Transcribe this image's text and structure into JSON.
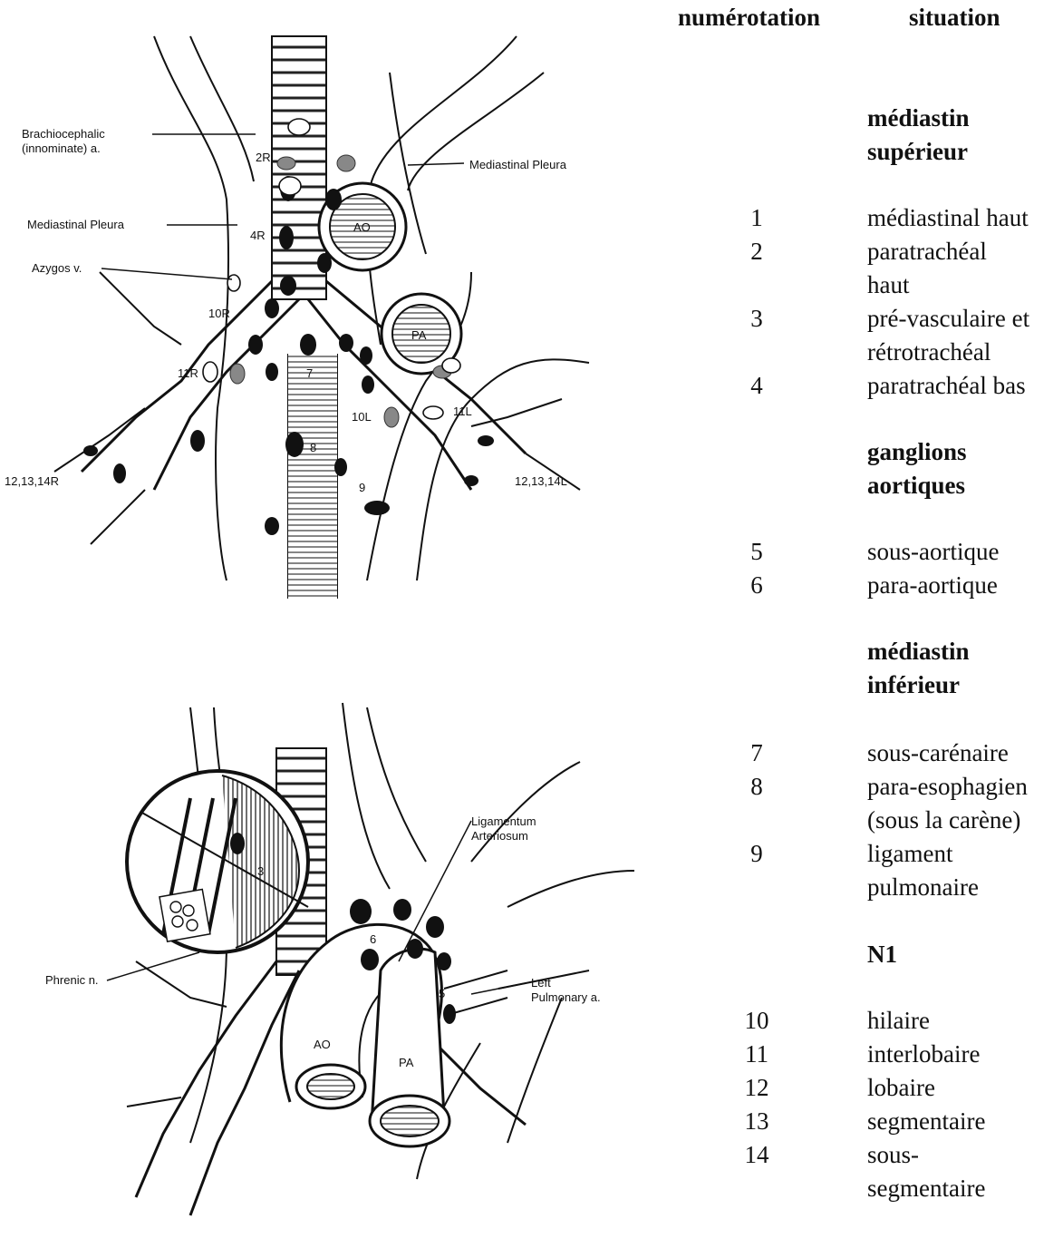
{
  "figure": {
    "top_labels": {
      "brachiocephalic": "Brachiocephalic",
      "innominate": "(innominate) a.",
      "mediastinal_pleura_right": "Mediastinal Pleura",
      "mediastinal_pleura_left": "Mediastinal Pleura",
      "azygos": "Azygos v.",
      "station_2r": "2R",
      "station_4r": "4R",
      "station_10r": "10R",
      "station_11r": "11R",
      "station_12r": "12,13,14R",
      "station_7": "7",
      "station_8": "8",
      "station_9": "9",
      "station_10l": "10L",
      "station_11l": "11L",
      "station_12l": "12,13,14L",
      "ao": "AO",
      "pa": "PA"
    },
    "bottom_labels": {
      "ligamentum_1": "Ligamentum",
      "ligamentum_2": "Arteriosum",
      "phrenic": "Phrenic n.",
      "left_pa_1": "Left",
      "left_pa_2": "Pulmonary a.",
      "station_3": "3",
      "station_6": "6",
      "station_5": "5",
      "ao": "AO",
      "pa": "PA"
    }
  },
  "table": {
    "header_number": "numérotation",
    "header_situation": "situation",
    "sections": [
      {
        "title_1": "médiastin",
        "title_2": "supérieur"
      },
      {
        "title_1": "ganglions",
        "title_2": "aortiques"
      },
      {
        "title_1": "médiastin",
        "title_2": "inférieur"
      },
      {
        "title_1": "N1"
      }
    ],
    "rows": [
      {
        "number": "1",
        "lines": [
          "médiastinal haut"
        ]
      },
      {
        "number": "2",
        "lines": [
          "paratrachéal",
          "haut"
        ]
      },
      {
        "number": "3",
        "lines": [
          "pré-vasculaire et",
          "rétrotrachéal"
        ]
      },
      {
        "number": "4",
        "lines": [
          "paratrachéal bas"
        ]
      },
      {
        "number": "5",
        "lines": [
          "sous-aortique"
        ]
      },
      {
        "number": "6",
        "lines": [
          "para-aortique"
        ]
      },
      {
        "number": "7",
        "lines": [
          "sous-carénaire"
        ]
      },
      {
        "number": "8",
        "lines": [
          "para-esophagien",
          "(sous la carène)"
        ]
      },
      {
        "number": "9",
        "lines": [
          "ligament",
          "pulmonaire"
        ]
      },
      {
        "number": "10",
        "lines": [
          "hilaire"
        ]
      },
      {
        "number": "11",
        "lines": [
          "interlobaire"
        ]
      },
      {
        "number": "12",
        "lines": [
          "lobaire"
        ]
      },
      {
        "number": "13",
        "lines": [
          "segmentaire"
        ]
      },
      {
        "number": "14",
        "lines": [
          "sous-",
          "segmentaire"
        ]
      }
    ]
  }
}
